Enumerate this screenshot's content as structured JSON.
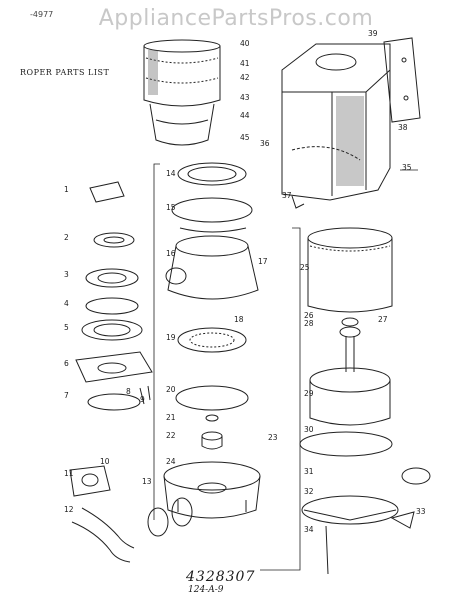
{
  "watermark": "AppliancePartsPros.com",
  "corner_mark": "-4977",
  "heading": "ROPER PARTS LIST",
  "handwritten": {
    "number": "4328307",
    "ref": "124-A-9"
  },
  "callouts": [
    "1",
    "2",
    "3",
    "4",
    "5",
    "6",
    "7",
    "8",
    "9",
    "10",
    "11",
    "12",
    "13",
    "14",
    "15",
    "16",
    "17",
    "18",
    "19",
    "20",
    "21",
    "22",
    "23",
    "24",
    "25",
    "26",
    "27",
    "28",
    "29",
    "30",
    "31",
    "32",
    "33",
    "34",
    "35",
    "36",
    "37",
    "38",
    "39",
    "40",
    "41",
    "42",
    "43",
    "44",
    "45"
  ]
}
